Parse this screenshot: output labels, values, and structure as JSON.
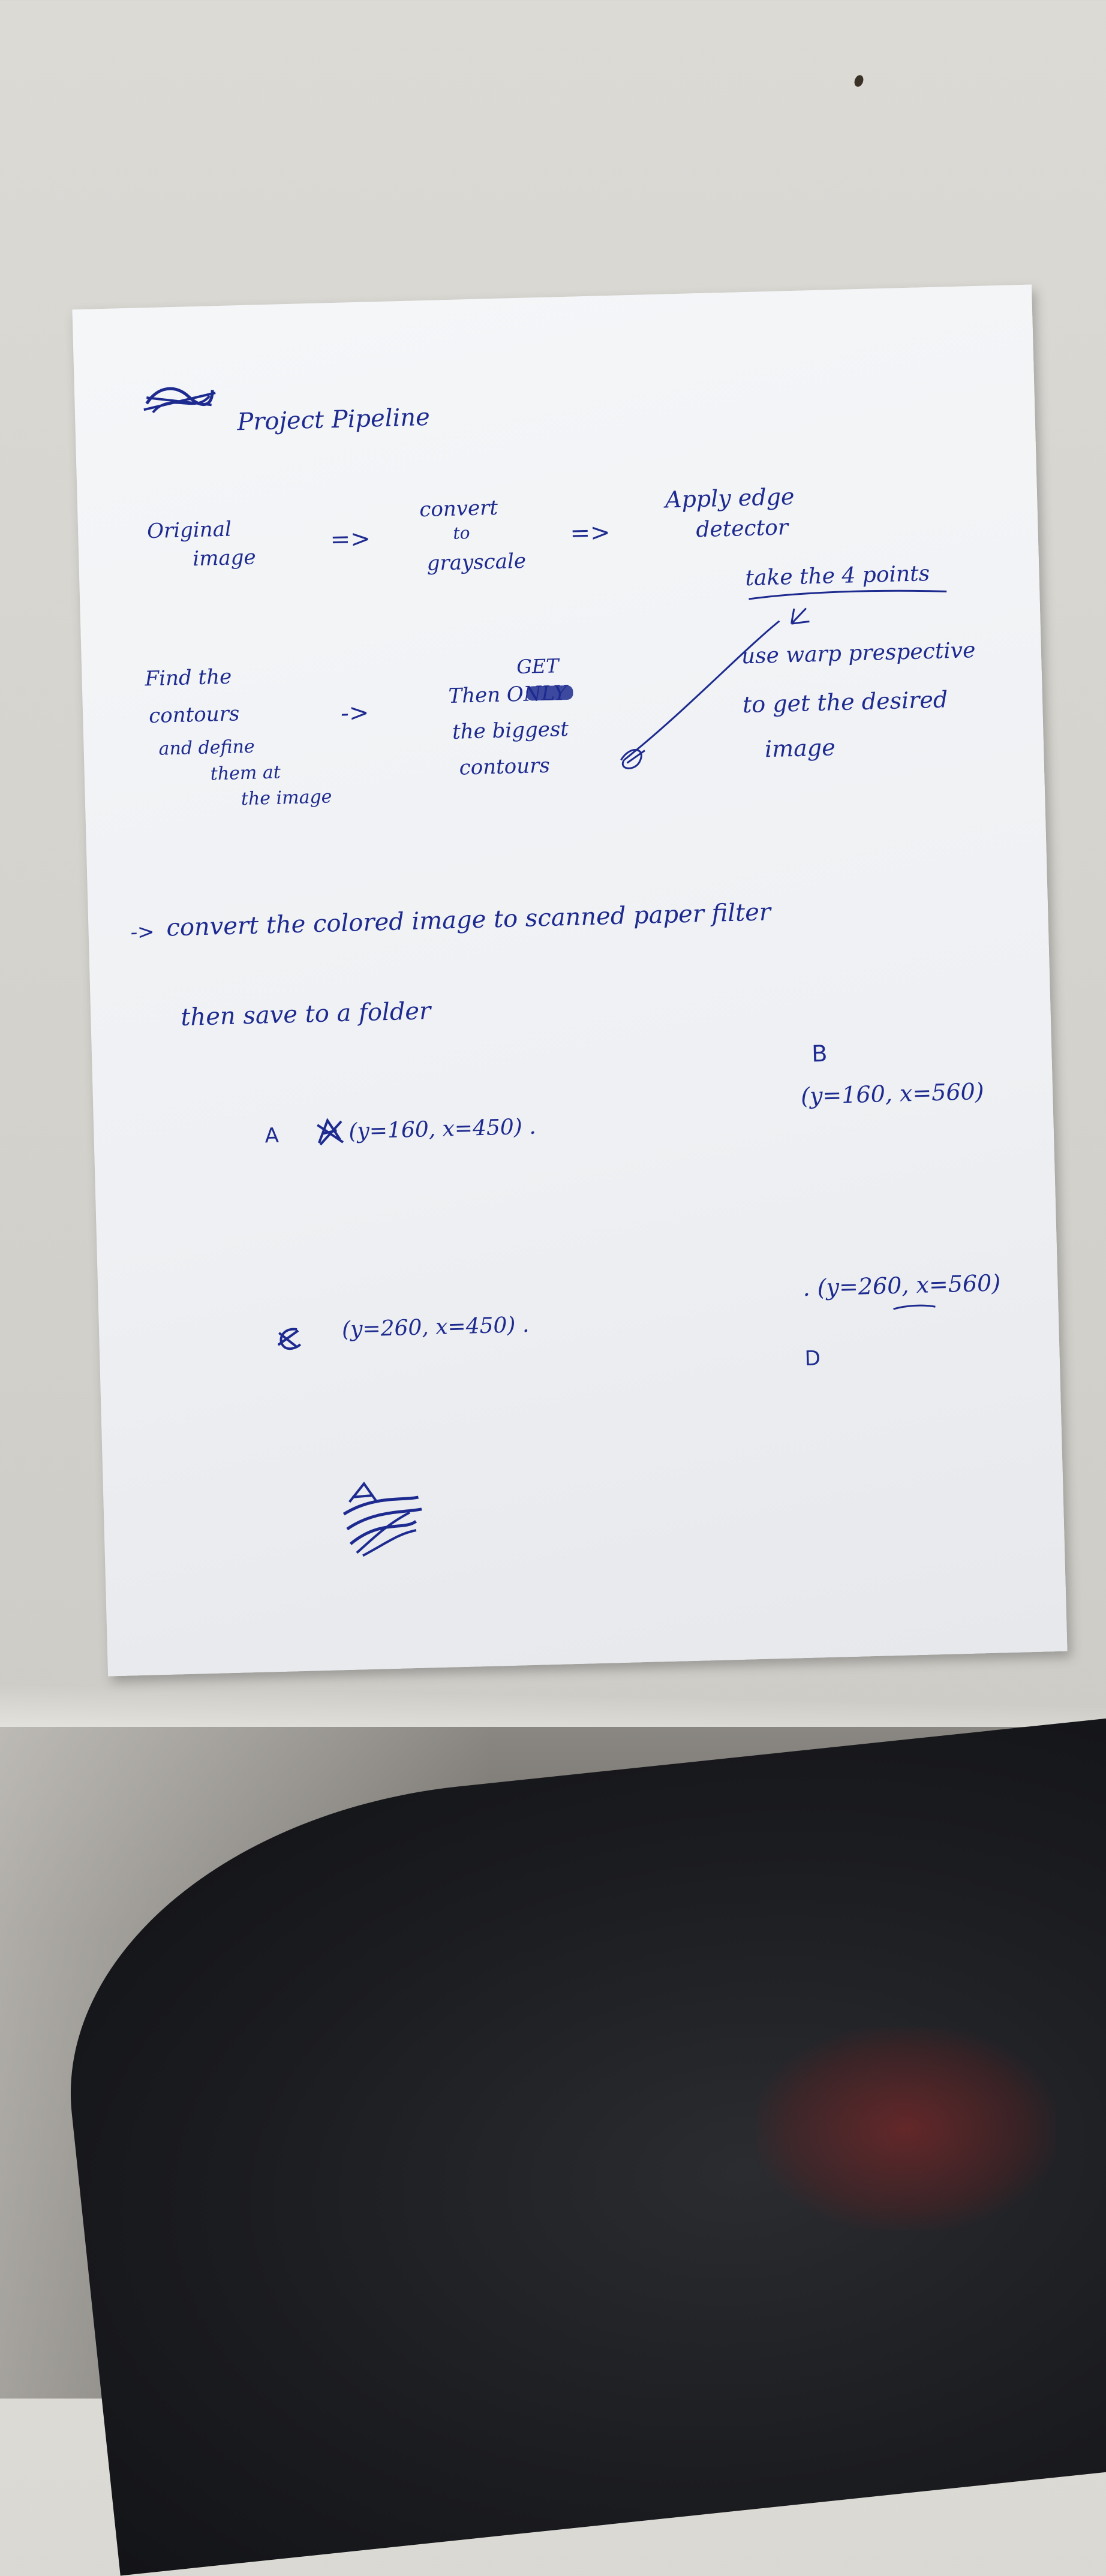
{
  "note": {
    "title": "Project Pipeline",
    "row1": {
      "step1": [
        "Original",
        "image"
      ],
      "arrow1": "=>",
      "step2": [
        "convert",
        "to",
        "grayscale"
      ],
      "arrow2": "=>",
      "step3": [
        "Apply edge",
        "detector"
      ]
    },
    "take_points": "take the 4 points",
    "row2": {
      "step1": [
        "Find the",
        "contours",
        "and define",
        "them at",
        "the image"
      ],
      "arrow": "->",
      "step2": [
        "GET",
        "Then ONLY",
        "the biggest",
        "contours"
      ],
      "step3": [
        "use warp prespective",
        "to get the desired",
        "image"
      ]
    },
    "convert_line": "convert the colored image to scanned paper filter",
    "save_line": "then save to a folder",
    "points": {
      "a_label": "A",
      "a_coords": "(y=160, x=450) .",
      "b_label": "B",
      "b_coords": "(y=160, x=560)",
      "c_label": "C",
      "c_coords": "(y=260, x=450) .",
      "d_label": "D",
      "d_coords": ". (y=260, x=560)"
    }
  },
  "colors": {
    "ink": "#1d2a8f",
    "paper": "#f1f3f6",
    "desk": "#d7d5d0",
    "dark_fabric": "#1b1c20"
  }
}
